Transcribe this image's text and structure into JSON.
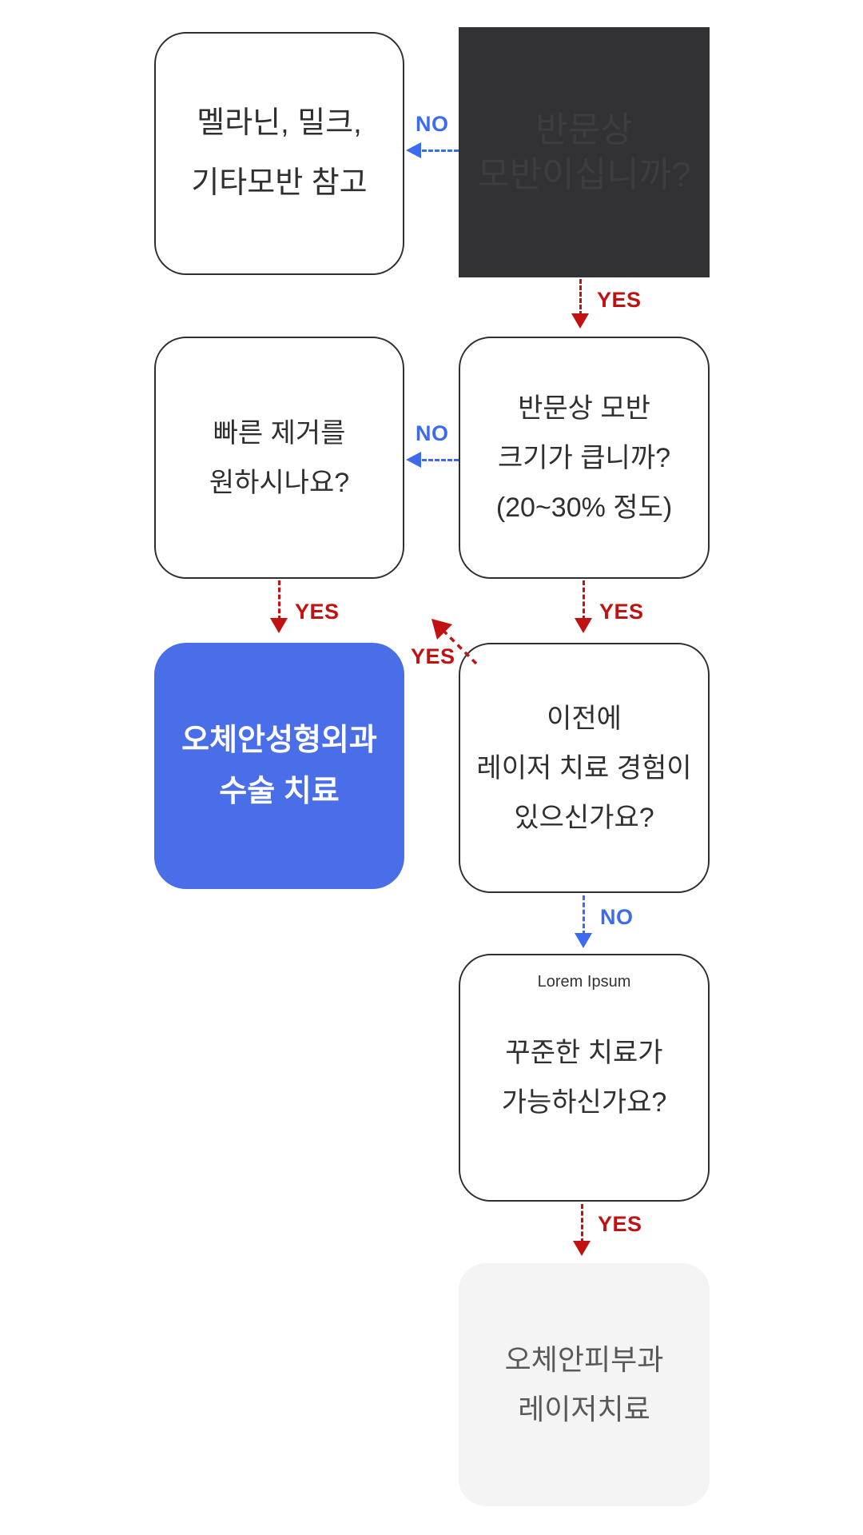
{
  "labels": {
    "yes": "YES",
    "no": "NO"
  },
  "colors": {
    "yes": "#c11111",
    "no": "#3d6bf0",
    "ink": "#2f2f2f",
    "dark_bg": "#323234",
    "dark_text": "#3d3d3f",
    "blue_bg": "#4a6ee8",
    "blue_text": "#ffffff",
    "gray_bg": "#f4f4f5",
    "gray_text": "#59595b",
    "canvas_bg": "#ffffff"
  },
  "nodes": {
    "ref": {
      "lines": [
        "멜라닌, 밀크,",
        "기타모반 참고"
      ]
    },
    "dark": {
      "lines": [
        "반문상",
        "모반이십니까?"
      ]
    },
    "fast": {
      "lines": [
        "빠른 제거를",
        "원하시나요?"
      ]
    },
    "size": {
      "lines": [
        "반문상 모반",
        "크기가 큽니까?",
        "(20~30% 정도)"
      ]
    },
    "surgery": {
      "lines": [
        "오체안성형외과",
        "수술 치료"
      ]
    },
    "exp": {
      "lines": [
        "이전에",
        "레이저 치료 경험이",
        "있으신가요?"
      ]
    },
    "steady": {
      "header": "Lorem Ipsum",
      "lines": [
        "꾸준한 치료가",
        "가능하신가요?"
      ]
    },
    "derma": {
      "lines": [
        "오체안피부과",
        "레이저치료"
      ]
    }
  }
}
